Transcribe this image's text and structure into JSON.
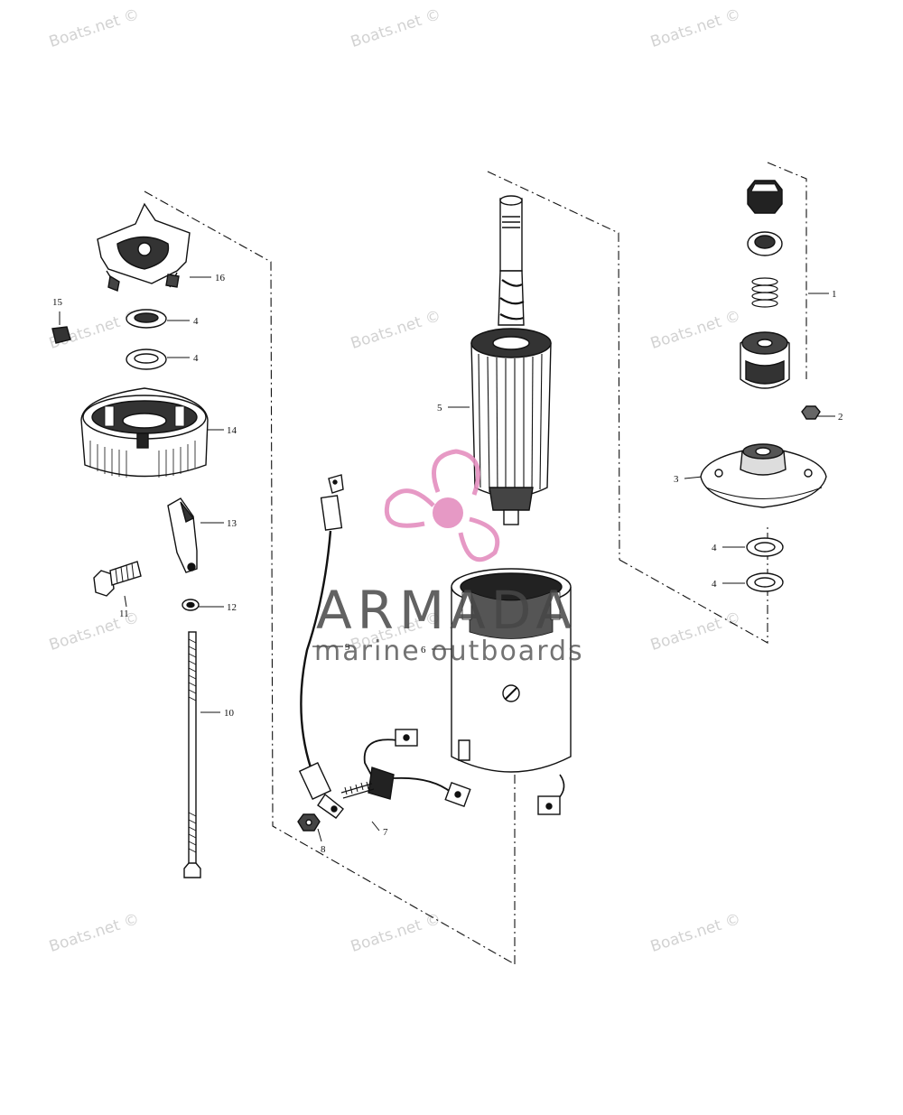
{
  "watermark_text": "Boats.net ©",
  "logo": {
    "word": "ARMADA",
    "tagline": "marine outboards",
    "accent_color": "#e48fbf"
  },
  "part_labels": {
    "p1": "1",
    "p2": "2",
    "p3": "3",
    "p4a": "4",
    "p4b": "4",
    "p4c": "4",
    "p4d": "4",
    "p5": "5",
    "p6": "6",
    "p7": "7",
    "p8": "8",
    "p9": "9",
    "p10": "10",
    "p11": "11",
    "p12": "12",
    "p13": "13",
    "p14": "14",
    "p15": "15",
    "p16": "16"
  }
}
